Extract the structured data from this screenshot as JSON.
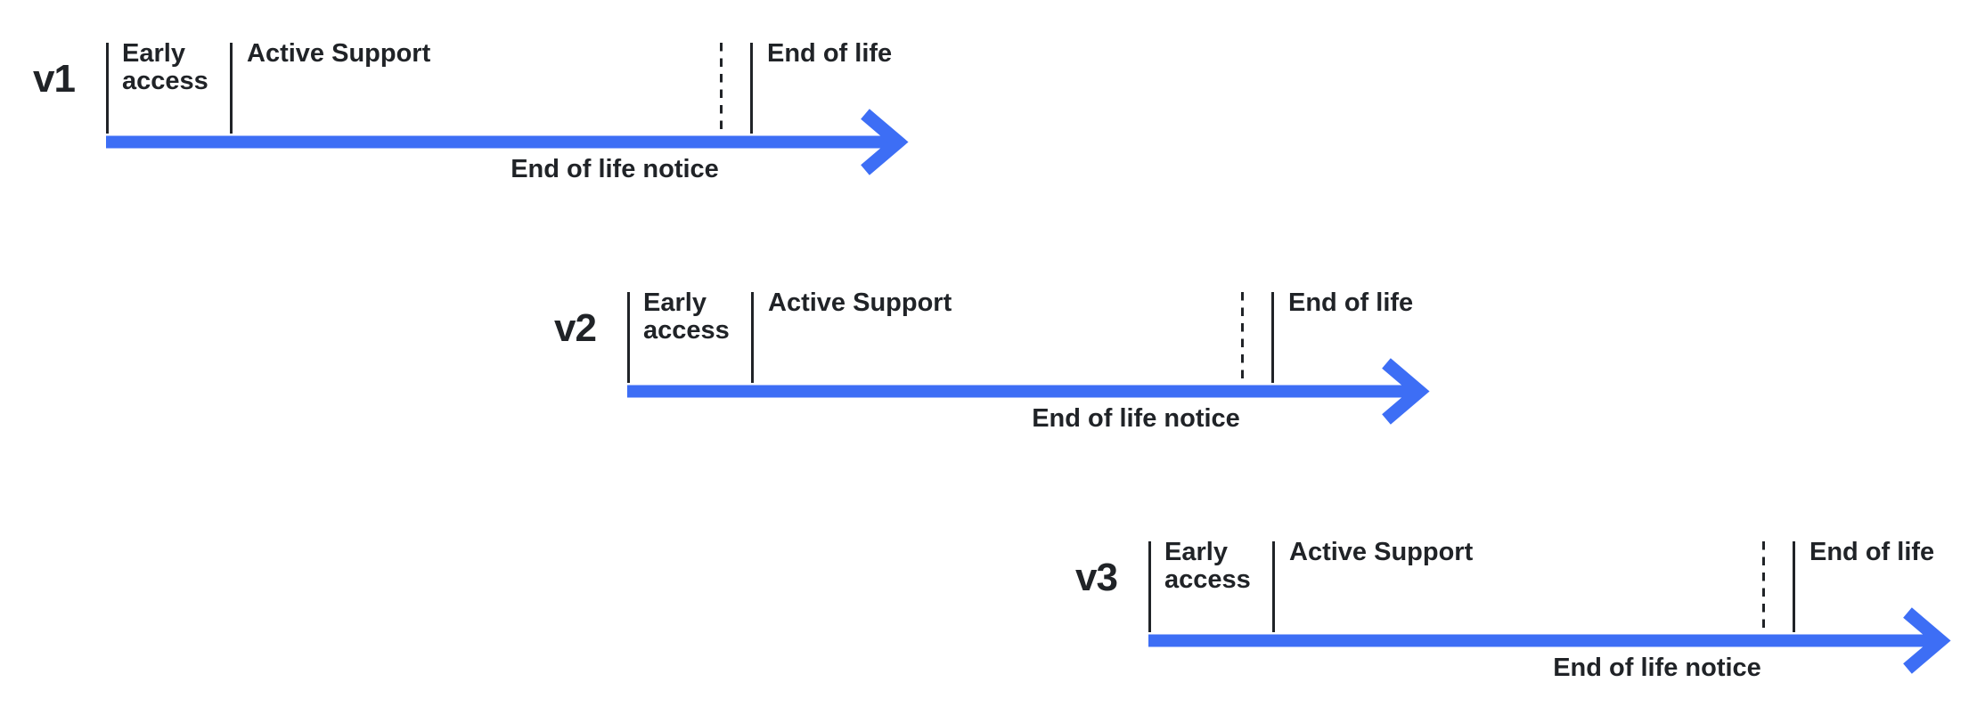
{
  "colors": {
    "arrow_blue": "#3d6ef5",
    "ink": "#202327",
    "background": "#ffffff"
  },
  "diagram": {
    "type": "release-lifecycle-timelines",
    "timelines": [
      {
        "version": "v1",
        "phases": [
          {
            "label": "Early access"
          },
          {
            "label": "Active Support"
          },
          {
            "label": "End of life"
          }
        ],
        "notice": "End of life notice"
      },
      {
        "version": "v2",
        "phases": [
          {
            "label": "Early access"
          },
          {
            "label": "Active Support"
          },
          {
            "label": "End of life"
          }
        ],
        "notice": "End of life notice"
      },
      {
        "version": "v3",
        "phases": [
          {
            "label": "Early access"
          },
          {
            "label": "Active Support"
          },
          {
            "label": "End of life"
          }
        ],
        "notice": "End of life notice"
      }
    ]
  }
}
